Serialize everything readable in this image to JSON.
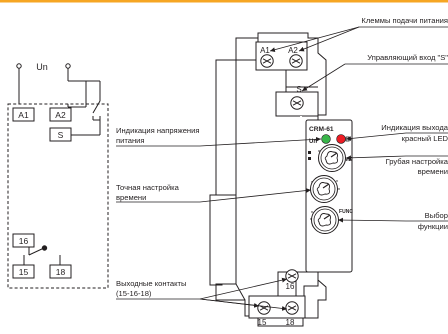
{
  "wiring": {
    "un_label": "Un",
    "terminals": [
      "A1",
      "A2",
      "S",
      "16",
      "15",
      "18"
    ]
  },
  "device": {
    "model": "CRM-61",
    "top_terminals": [
      "A1",
      "A2"
    ],
    "control_terminal": "S",
    "panel_un": "Un",
    "time_knob": "TIME",
    "func_knob": "FUNC",
    "bottom_terminals": [
      "16",
      "15",
      "18"
    ]
  },
  "labels": {
    "supply_terminals": "Клеммы подачи питания",
    "control_input": "Управляющий вход \"S\"",
    "output_indication_1": "Индикация выхода",
    "output_indication_2": "красный LED",
    "coarse_time_1": "Грубая настройка",
    "coarse_time_2": "времени",
    "function_select_1": "Выбор",
    "function_select_2": "функции",
    "supply_indication_1": "Индикация напряжения",
    "supply_indication_2": "питания",
    "fine_time_1": "Точная настройка",
    "fine_time_2": "времени",
    "output_contacts_1": "Выходные контакты",
    "output_contacts_2": "(15-16-18)"
  },
  "colors": {
    "top_border": "#f6a623",
    "green_led": "#39b54a",
    "red_led": "#ed1c24",
    "line": "#231f20"
  }
}
